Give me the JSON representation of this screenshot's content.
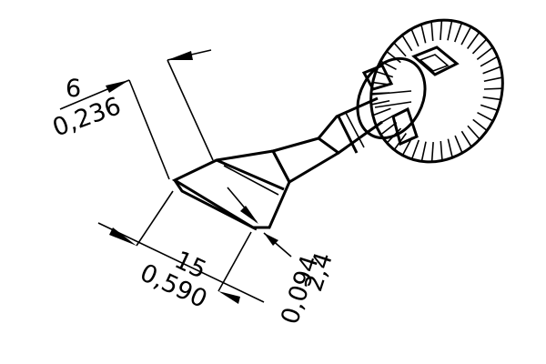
{
  "dimensions": {
    "width": {
      "mm": "6",
      "inch": "0,236"
    },
    "length": {
      "mm": "15",
      "inch": "0,590"
    },
    "thickness": {
      "mm": "2,4",
      "inch": "0,094"
    }
  },
  "colors": {
    "ink": "#000000",
    "background": "#ffffff"
  }
}
